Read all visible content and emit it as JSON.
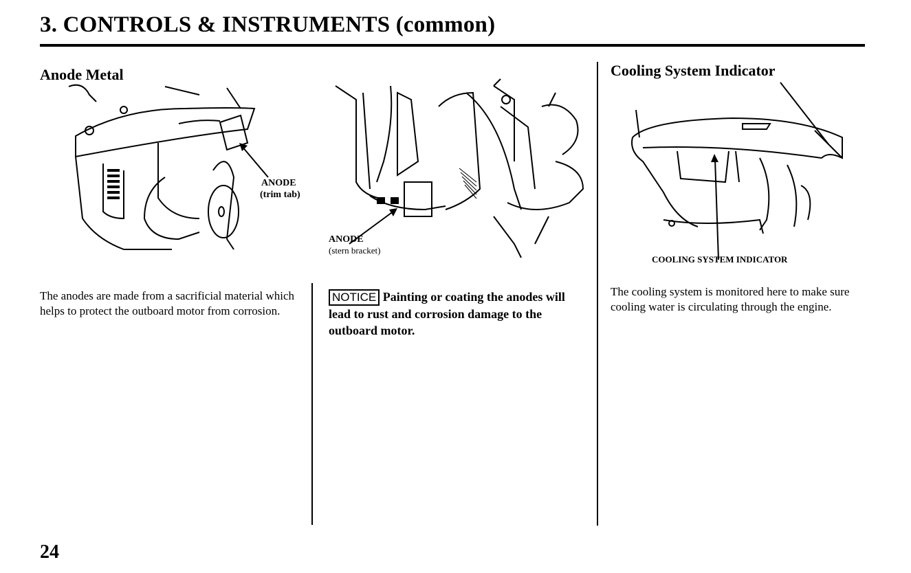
{
  "header": {
    "title": "3. CONTROLS & INSTRUMENTS (common)"
  },
  "left": {
    "heading": "Anode Metal",
    "label_trim_tab_line1": "ANODE",
    "label_trim_tab_line2": "(trim tab)",
    "body": "The anodes are made from a sacrificial material which helps to protect the outboard motor from corrosion."
  },
  "middle": {
    "label_stern_line1": "ANODE",
    "label_stern_line2": "(stern bracket)",
    "notice_tag": "NOTICE",
    "notice_text": "Painting or coating the anodes will lead to rust and corrosion damage to the outboard motor."
  },
  "right": {
    "heading": "Cooling System Indicator",
    "label_indicator": "COOLING SYSTEM INDICATOR",
    "body": "The cooling system is monitored here to make sure cooling water is circulating through the engine."
  },
  "footer": {
    "page_number": "24"
  }
}
